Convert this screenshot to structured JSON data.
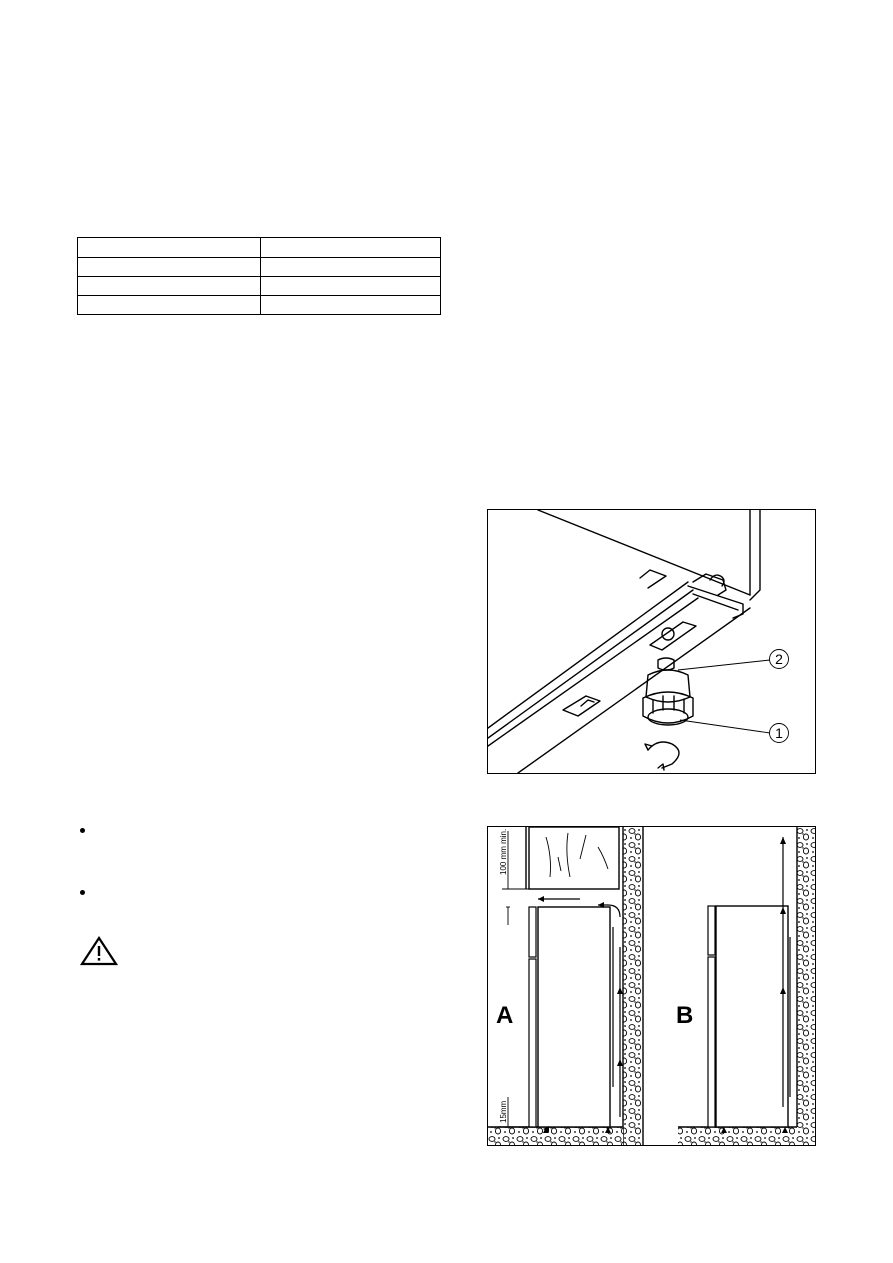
{
  "document": {
    "type": "appliance manual page",
    "background": "#ffffff",
    "ink_color": "#000000"
  },
  "spec_table": {
    "rows": [
      [
        "",
        ""
      ],
      [
        "",
        ""
      ],
      [
        "",
        ""
      ],
      [
        "",
        ""
      ]
    ]
  },
  "bullets": [
    {
      "text": ""
    },
    {
      "text": ""
    }
  ],
  "warning": {
    "icon": "warning-triangle-icon",
    "text": ""
  },
  "figure_levelling": {
    "description": "Underside of appliance showing adjustable levelling foot",
    "callouts": [
      {
        "label": "1",
        "target": "levelling foot knob"
      },
      {
        "label": "2",
        "target": "threaded stem"
      }
    ],
    "rotation_icon": "rotate-arrow-icon"
  },
  "figure_ventilation": {
    "description": "Ventilation clearances for installation",
    "panels": [
      {
        "letter": "A",
        "top_clearance": "100 mm min.",
        "bottom_clearance": "15mm"
      },
      {
        "letter": "B"
      }
    ]
  }
}
